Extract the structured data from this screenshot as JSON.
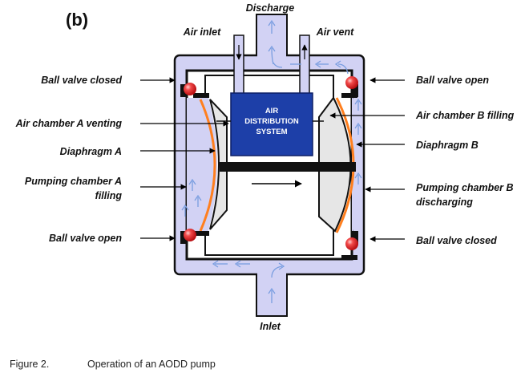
{
  "panel_label": "(b)",
  "labels": {
    "discharge": "Discharge",
    "air_inlet": "Air inlet",
    "air_vent": "Air vent",
    "inlet": "Inlet",
    "ball_valve_closed_top_left": "Ball valve closed",
    "air_chamber_a": "Air chamber A venting",
    "diaphragm_a": "Diaphragm A",
    "pumping_chamber_a_line1": "Pumping chamber A",
    "pumping_chamber_a_line2": "filling",
    "ball_valve_open_bottom_left": "Ball valve open",
    "ball_valve_open_top_right": "Ball valve open",
    "air_chamber_b": "Air chamber B filling",
    "diaphragm_b": "Diaphragm B",
    "pumping_chamber_b_line1": "Pumping chamber B",
    "pumping_chamber_b_line2": "discharging",
    "ball_valve_closed_bottom_right": "Ball valve closed"
  },
  "air_distribution_system": {
    "line1": "AIR",
    "line2": "DISTRIBUTION",
    "line3": "SYSTEM"
  },
  "caption": {
    "number": "Figure 2.",
    "text": "Operation of an AODD pump"
  },
  "colors": {
    "fluid": "#d2d2f4",
    "ads_box": "#1d3fa8",
    "diaphragm": "#ff7f1e",
    "ball": "#e8252a",
    "chamber_fill": "#e6e6e6",
    "flow_arrow": "#7a9ee0"
  }
}
